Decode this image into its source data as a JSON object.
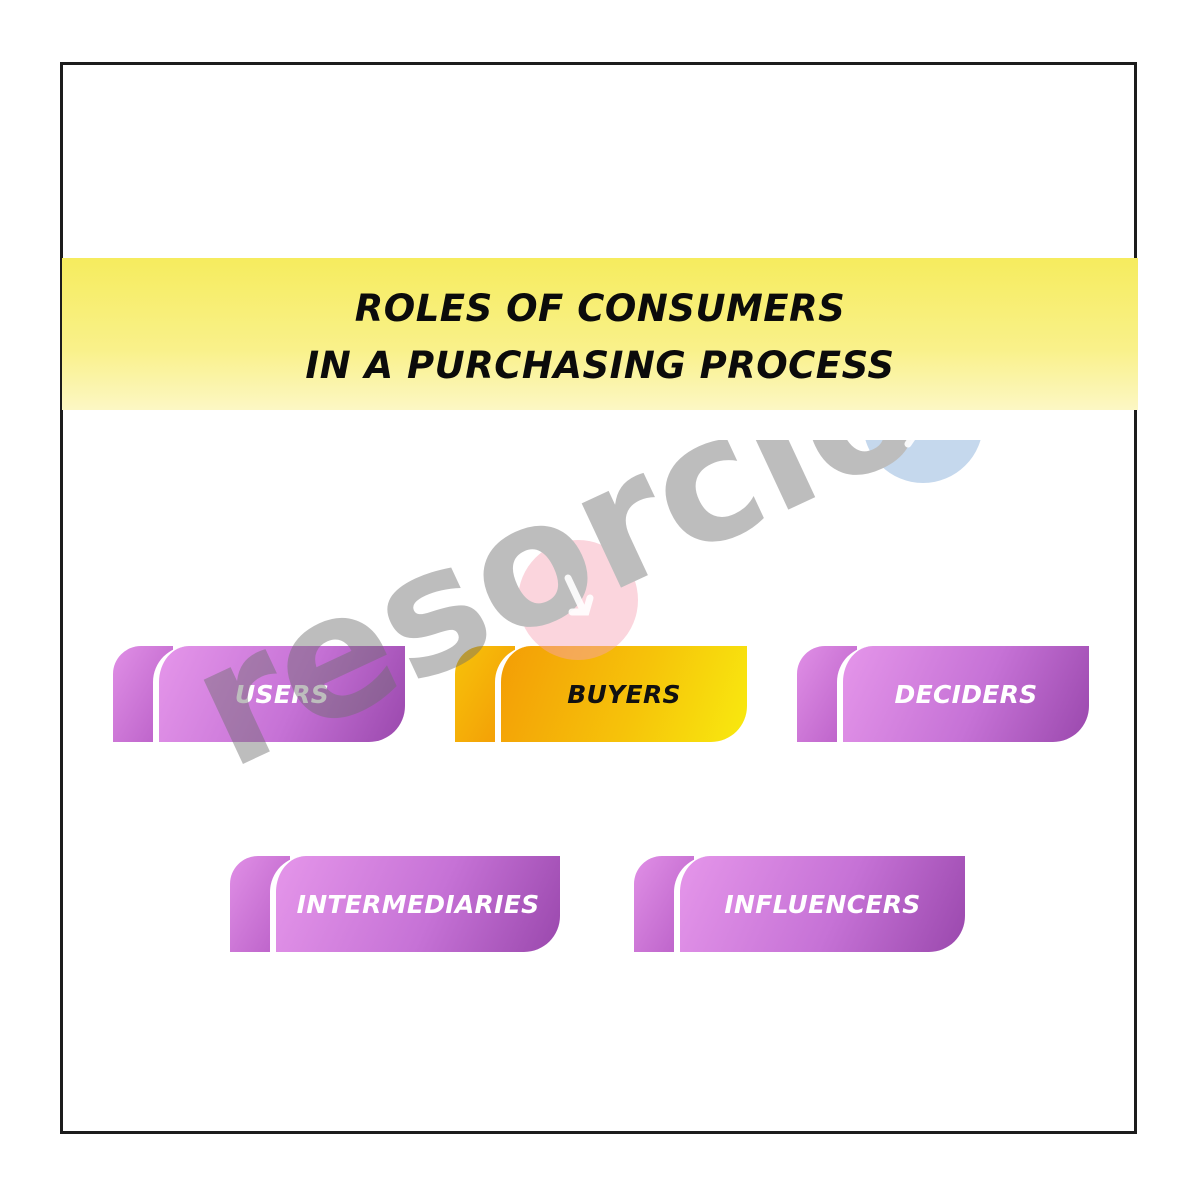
{
  "title": {
    "line1": "ROLES OF CONSUMERS",
    "line2": "IN A PURCHASING PROCESS"
  },
  "roles": [
    {
      "label": "USERS",
      "highlight": false
    },
    {
      "label": "BUYERS",
      "highlight": true
    },
    {
      "label": "DECIDERS",
      "highlight": false
    },
    {
      "label": "INTERMEDIARIES",
      "highlight": false
    },
    {
      "label": "INFLUENCERS",
      "highlight": false
    }
  ],
  "watermark": {
    "text": "resorcio"
  },
  "colors": {
    "banner": "#f6ec5e",
    "purple": "#c672d6",
    "yellow": "#f6c30a",
    "frame": "#1c1c1c"
  }
}
